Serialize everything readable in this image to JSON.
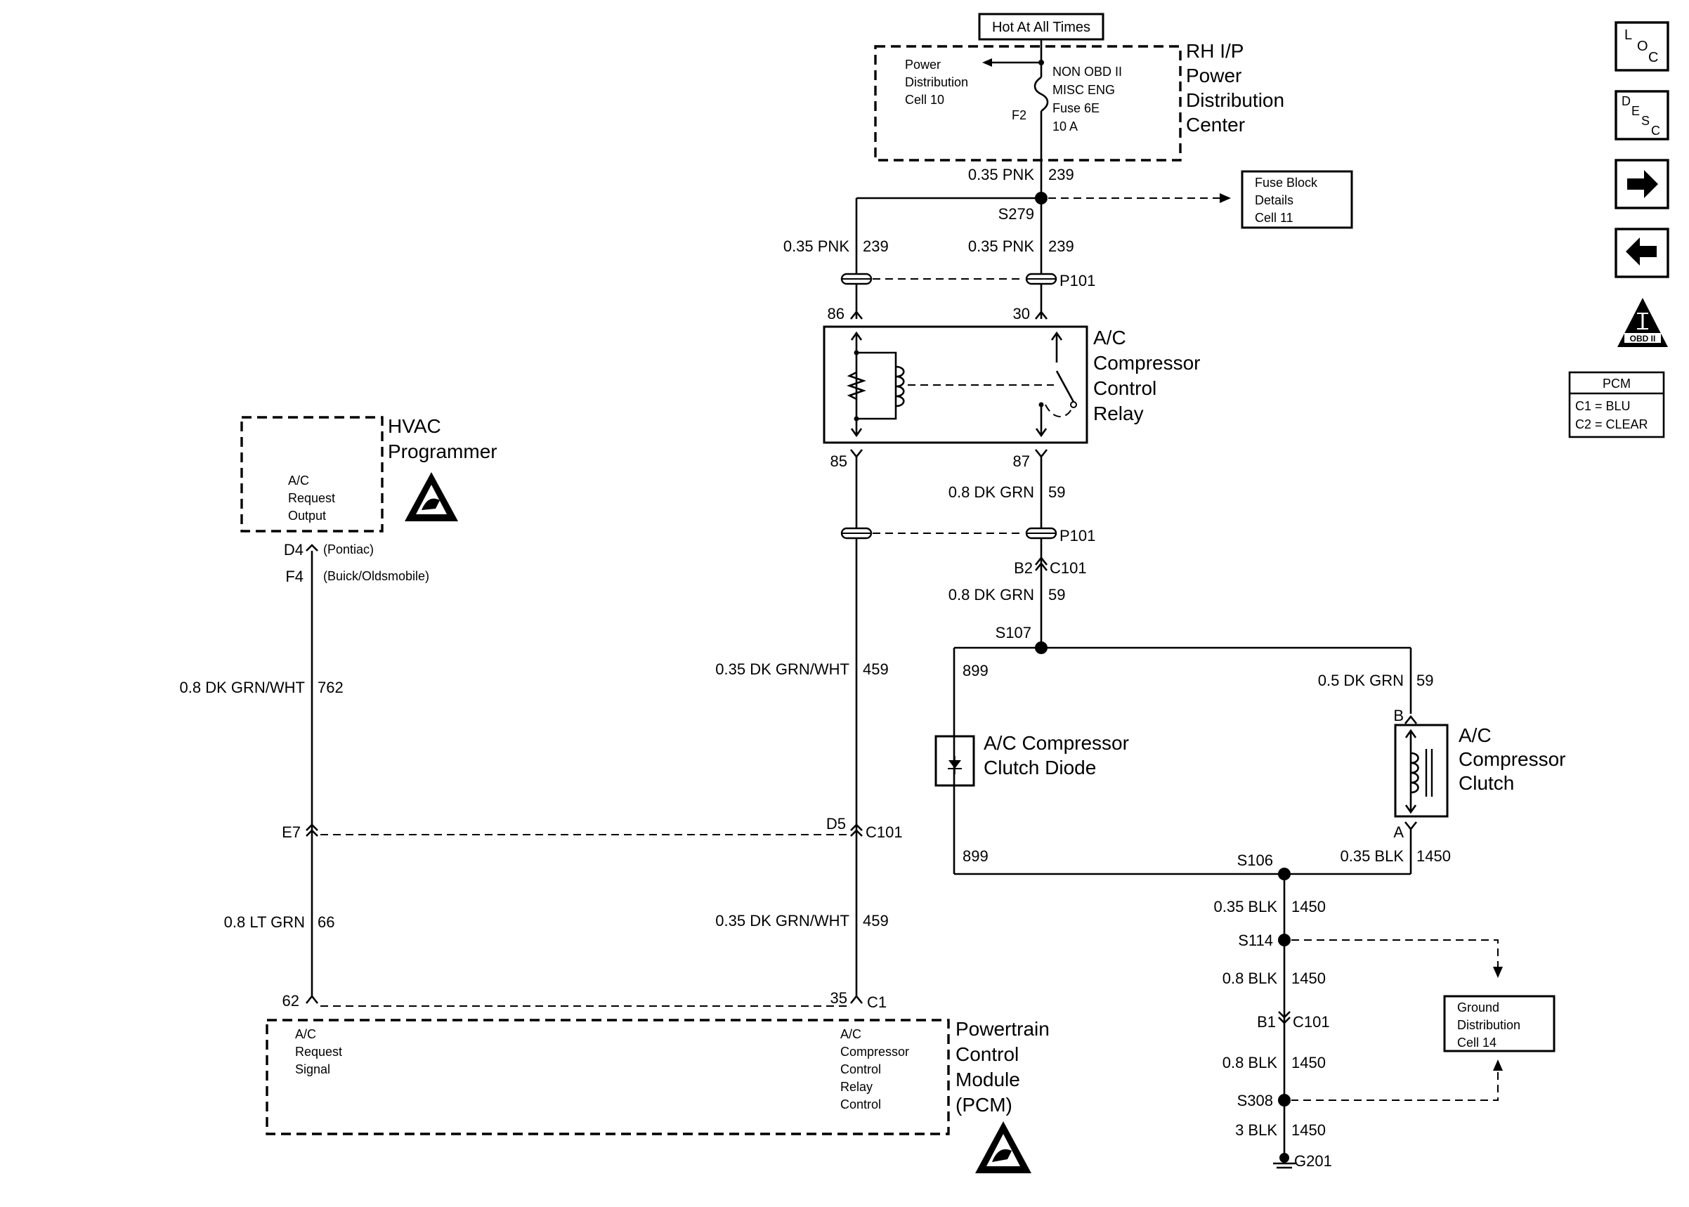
{
  "hot_at_all_times": "Hot At All Times",
  "rh_ip_pdc": [
    "RH I/P",
    "Power",
    "Distribution",
    "Center"
  ],
  "power_distribution_cell": [
    "Power",
    "Distribution",
    "Cell 10"
  ],
  "fuse": {
    "id": "F2",
    "lines": [
      "NON OBD II",
      "MISC ENG",
      "Fuse 6E",
      "10 A"
    ]
  },
  "fuse_block_details": [
    "Fuse Block",
    "Details",
    "Cell 11"
  ],
  "ground_distribution": [
    "Ground",
    "Distribution",
    "Cell 14"
  ],
  "relay": {
    "name": [
      "A/C",
      "Compressor",
      "Control",
      "Relay"
    ],
    "pin_86": "86",
    "pin_30": "30",
    "pin_85": "85",
    "pin_87": "87"
  },
  "hvac": {
    "name": [
      "HVAC",
      "Programmer"
    ],
    "inner": [
      "A/C",
      "Request",
      "Output"
    ],
    "pin_d4": "D4",
    "pin_f4": "F4",
    "pontiac": "(Pontiac)",
    "buick": "(Buick/Oldsmobile)"
  },
  "pcm": {
    "name": [
      "Powertrain",
      "Control",
      "Module",
      "(PCM)"
    ],
    "req_signal": [
      "A/C",
      "Request",
      "Signal"
    ],
    "relay_ctrl": [
      "A/C",
      "Compressor",
      "Control",
      "Relay",
      "Control"
    ],
    "pin_62": "62",
    "pin_35": "35",
    "conn": "C1"
  },
  "clutch": {
    "name": [
      "A/C",
      "Compressor",
      "Clutch"
    ],
    "pin_b": "B",
    "pin_a": "A"
  },
  "diode": {
    "name": [
      "A/C Compressor",
      "Clutch Diode"
    ]
  },
  "wires": {
    "pnk_top": "0.35 PNK",
    "c239_top": "239",
    "pnk_l": "0.35 PNK",
    "c239_l": "239",
    "pnk_r": "0.35 PNK",
    "c239_r": "239",
    "dkgrn_1": "0.8 DK GRN",
    "c59_1": "59",
    "dkgrn_2": "0.8 DK GRN",
    "c59_2": "59",
    "dkgrn_05": "0.5 DK GRN",
    "c59_3": "59",
    "dkgrnwht_1": "0.35 DK GRN/WHT",
    "c459_1": "459",
    "dkgrnwht_2": "0.35 DK GRN/WHT",
    "c459_2": "459",
    "dkgrnwht_hvac": "0.8 DK GRN/WHT",
    "c762": "762",
    "ltgrn": "0.8 LT GRN",
    "c66": "66",
    "c899_a": "899",
    "c899_b": "899",
    "blk_035a": "0.35 BLK",
    "c1450_a": "1450",
    "blk_035b": "0.35 BLK",
    "c1450_b": "1450",
    "blk_08a": "0.8 BLK",
    "c1450_c": "1450",
    "blk_08b": "0.8 BLK",
    "c1450_d": "1450",
    "blk_3": "3 BLK",
    "c1450_e": "1450"
  },
  "splices": {
    "s279": "S279",
    "s107": "S107",
    "s106": "S106",
    "s114": "S114",
    "s308": "S308",
    "g201": "G201"
  },
  "connectors": {
    "p101_a": "P101",
    "p101_b": "P101",
    "b2": "B2",
    "c101_a": "C101",
    "d5": "D5",
    "c101_b": "C101",
    "e7": "E7",
    "b1": "B1",
    "c101_c": "C101"
  },
  "side_panel": {
    "loc": [
      "L",
      "O",
      "C"
    ],
    "desc": [
      "D",
      "E",
      "S",
      "C"
    ],
    "obd": "OBD II",
    "pcm_title": "PCM",
    "c1": "C1 = BLU",
    "c2": "C2 = CLEAR"
  }
}
